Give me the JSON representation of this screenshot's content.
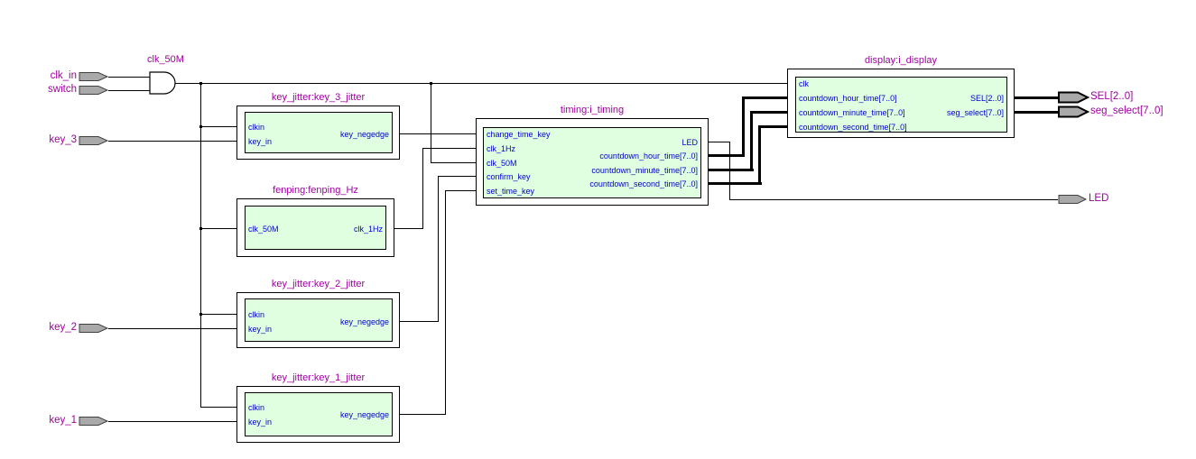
{
  "diagram": {
    "kind": "RTL netlist schematic",
    "colors": {
      "label_text": "#a000a0",
      "port_text": "#0000cc",
      "block_fill": "#e0ffe0",
      "pin_fill": "#a9a9a9",
      "wire": "#000000"
    },
    "gate": {
      "label": "clk_50M",
      "type": "and2-gate"
    },
    "input_pins": [
      "clk_in",
      "switch",
      "key_3",
      "key_2",
      "key_1"
    ],
    "output_pins": [
      "SEL[2..0]",
      "seg_select[7..0]",
      "LED"
    ],
    "blocks": {
      "key_3_jitter": {
        "title": "key_jitter:key_3_jitter",
        "inputs": [
          "clkin",
          "key_in"
        ],
        "outputs": [
          "key_negedge"
        ]
      },
      "fenping": {
        "title": "fenping:fenping_Hz",
        "inputs": [
          "clk_50M"
        ],
        "outputs": [
          "clk_1Hz"
        ]
      },
      "key_2_jitter": {
        "title": "key_jitter:key_2_jitter",
        "inputs": [
          "clkin",
          "key_in"
        ],
        "outputs": [
          "key_negedge"
        ]
      },
      "key_1_jitter": {
        "title": "key_jitter:key_1_jitter",
        "inputs": [
          "clkin",
          "key_in"
        ],
        "outputs": [
          "key_negedge"
        ]
      },
      "timing": {
        "title": "timing:i_timing",
        "inputs": [
          "change_time_key",
          "clk_1Hz",
          "clk_50M",
          "confirm_key",
          "set_time_key"
        ],
        "outputs": [
          "LED",
          "countdown_hour_time[7..0]",
          "countdown_minute_time[7..0]",
          "countdown_second_time[7..0]"
        ]
      },
      "display": {
        "title": "display:i_display",
        "inputs": [
          "clk",
          "countdown_hour_time[7..0]",
          "countdown_minute_time[7..0]",
          "countdown_second_time[7..0]"
        ],
        "outputs": [
          "SEL[2..0]",
          "seg_select[7..0]"
        ]
      }
    }
  }
}
